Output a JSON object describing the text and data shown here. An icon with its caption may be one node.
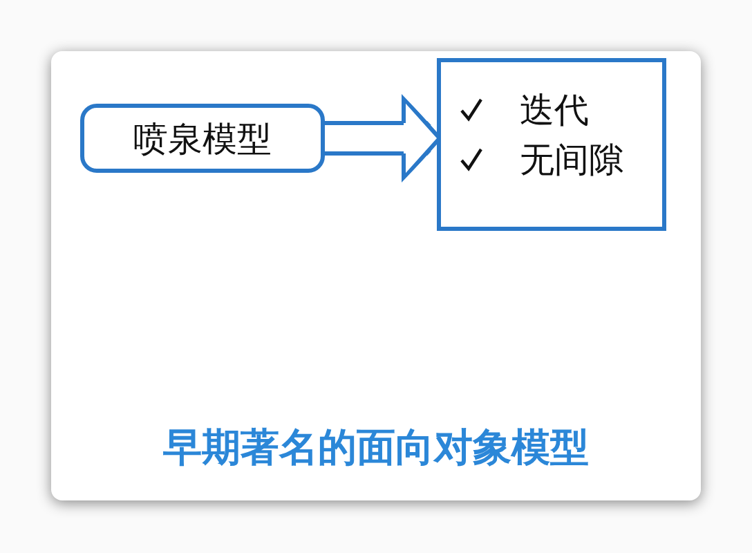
{
  "diagram": {
    "caption": "早期著名的面向对象模型",
    "nodes": [
      {
        "text": [
          "喷泉模型"
        ]
      },
      {
        "text": [
          "迭代",
          "无间隙"
        ]
      }
    ],
    "edges": [
      {
        "from": 0,
        "to": 1,
        "arrow": "to"
      }
    ]
  }
}
